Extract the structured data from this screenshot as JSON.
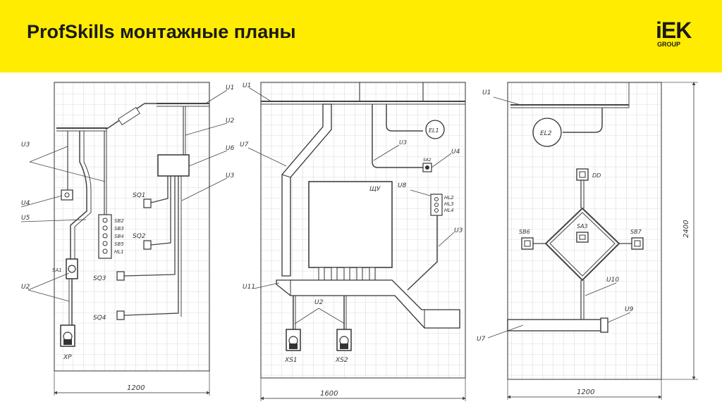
{
  "header": {
    "title": "ProfSkills монтажные планы",
    "logo_mark": "iEK",
    "logo_sub": "GROUP",
    "background": "#ffec00"
  },
  "panel1": {
    "labels": {
      "u1": "U1",
      "u2_top": "U2",
      "u6": "U6",
      "u3_right": "U3",
      "u3_left": "U3",
      "u4": "U4",
      "u5": "U5",
      "sa1": "SA1",
      "u2_bottom": "U2",
      "xp": "XP",
      "sq1": "SQ1",
      "sq2": "SQ2",
      "sq3": "SQ3",
      "sq4": "SQ4"
    },
    "button_labels": [
      "SB2",
      "SB3",
      "SB4",
      "SB5",
      "HL1"
    ],
    "width_dim": "1200"
  },
  "panel2": {
    "labels": {
      "u1": "U1",
      "u7": "U7",
      "u3_top": "U3",
      "sa2": "SA2",
      "u4": "U4",
      "el1": "EL1",
      "shu": "ЩУ",
      "u8": "U8",
      "u3_right": "U3",
      "u11": "U11",
      "u2": "U2",
      "xs1": "XS1",
      "xs2": "XS2"
    },
    "light_labels": [
      "HL2",
      "HL3",
      "HL4"
    ],
    "width_dim": "1600"
  },
  "panel3": {
    "labels": {
      "u1": "U1",
      "el2": "EL2",
      "dd": "DD",
      "sa3": "SA3",
      "sb6": "SB6",
      "sb7": "SB7",
      "u10": "U10",
      "u9": "U9",
      "u7": "U7"
    },
    "width_dim": "1200",
    "height_dim": "2400"
  }
}
